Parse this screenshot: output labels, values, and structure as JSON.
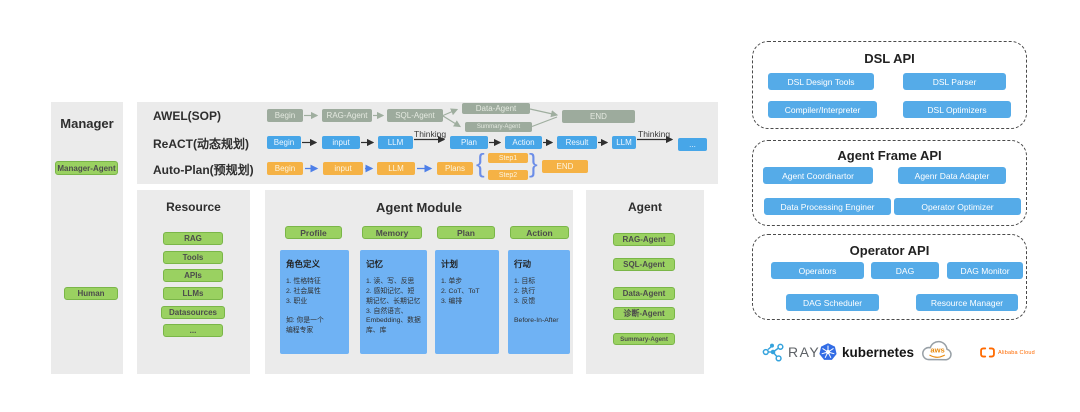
{
  "manager_panel": {
    "title": "Manager",
    "agent_label": "Manager-Agent",
    "human_label": "Human"
  },
  "flow_panel": {
    "rows": [
      {
        "label": "AWEL(SOP)"
      },
      {
        "label": "ReACT(动态规划)"
      },
      {
        "label": "Auto-Plan(预规划)"
      }
    ],
    "awel": {
      "begin": "Begin",
      "rag": "RAG-Agent",
      "sql": "SQL-Agent",
      "data": "Data-Agent",
      "summary": "Summary-Agent",
      "end": "END"
    },
    "react": {
      "begin": "Begin",
      "input": "input",
      "llm": "LLM",
      "thinking1": "Thinking",
      "plan": "Plan",
      "action": "Action",
      "result": "Result",
      "llm2": "LLM",
      "thinking2": "Thinking",
      "more": "..."
    },
    "autoplan": {
      "begin": "Begin",
      "input": "input",
      "llm": "LLM",
      "plans": "Plans",
      "bracket_open": "{",
      "step1": "Step1",
      "step2": "Step2",
      "bracket_close": "}",
      "end": "END"
    }
  },
  "resource_panel": {
    "title": "Resource",
    "items": [
      "RAG",
      "Tools",
      "APIs",
      "LLMs",
      "Datasources",
      "..."
    ]
  },
  "agent_module_panel": {
    "title": "Agent Module",
    "pills": [
      "Profile",
      "Memory",
      "Plan",
      "Action"
    ],
    "cards": [
      {
        "title": "角色定义",
        "body": "1. 性格特征\n2. 社会属性\n3. 职业\n\n如: 你是一个\n编程专家"
      },
      {
        "title": "记忆",
        "body": "1. 读、写、反思\n2. 感知记忆、短期记忆、长期记忆\n3. 自然语言、Embedding、数据库、库"
      },
      {
        "title": "计划",
        "body": "1. 单步\n2. CoT、ToT\n3. 编排"
      },
      {
        "title": "行动",
        "body": "1. 目标\n2. 执行\n3. 反馈\n\nBefore-In-After"
      }
    ]
  },
  "agent_panel": {
    "title": "Agent",
    "items": [
      "RAG-Agent",
      "SQL-Agent",
      "Data-Agent",
      "诊断-Agent",
      "Summary-Agent"
    ]
  },
  "api_boxes": [
    {
      "title": "DSL API",
      "buttons": [
        "DSL Design Tools",
        "DSL Parser",
        "Compiler/Interpreter",
        "DSL Optimizers"
      ]
    },
    {
      "title": "Agent Frame API",
      "buttons": [
        "Agent Coordinartor",
        "Agenr Data Adapter",
        "Data Processing Enginer",
        "Operator Optimizer"
      ]
    },
    {
      "title": "Operator API",
      "buttons": [
        "Operators",
        "DAG",
        "DAG Monitor",
        "DAG Scheduler",
        "Resource Manager"
      ]
    }
  ],
  "logos": {
    "ray": "RAY",
    "kubernetes": "kubernetes",
    "aws": "aws",
    "alibaba": "Alibaba Cloud"
  },
  "colors": {
    "green": "#9ad161",
    "flow_blue": "#47a6e8",
    "sage": "#9dab9d",
    "orange": "#f5b245",
    "card_blue": "#6fb2f4",
    "api_blue": "#55abe8",
    "panel_gray": "#ebebeb",
    "k8s_blue": "#326ce5",
    "alibaba_orange": "#ff6a00"
  }
}
